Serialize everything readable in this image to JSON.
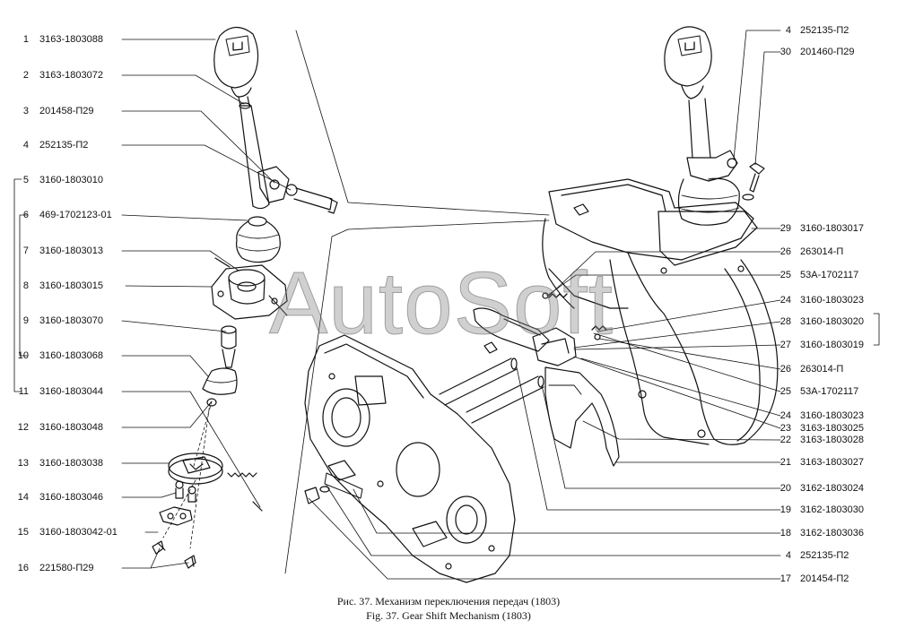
{
  "left_labels": [
    {
      "num": "1",
      "code": "3163-1803088"
    },
    {
      "num": "2",
      "code": "3163-1803072"
    },
    {
      "num": "3",
      "code": "201458-П29"
    },
    {
      "num": "4",
      "code": "252135-П2"
    },
    {
      "num": "5",
      "code": "3160-1803010"
    },
    {
      "num": "6",
      "code": "469-1702123-01"
    },
    {
      "num": "7",
      "code": "3160-1803013"
    },
    {
      "num": "8",
      "code": "3160-1803015"
    },
    {
      "num": "9",
      "code": "3160-1803070"
    },
    {
      "num": "10",
      "code": "3160-1803068"
    },
    {
      "num": "11",
      "code": "3160-1803044"
    },
    {
      "num": "12",
      "code": "3160-1803048"
    },
    {
      "num": "13",
      "code": "3160-1803038"
    },
    {
      "num": "14",
      "code": "3160-1803046"
    },
    {
      "num": "15",
      "code": "3160-1803042-01"
    },
    {
      "num": "16",
      "code": "221580-П29"
    }
  ],
  "right_labels": [
    {
      "num": "4",
      "code": "252135-П2"
    },
    {
      "num": "30",
      "code": "201460-П29"
    },
    {
      "num": "29",
      "code": "3160-1803017"
    },
    {
      "num": "26",
      "code": "263014-П"
    },
    {
      "num": "25",
      "code": "53А-1702117"
    },
    {
      "num": "24",
      "code": "3160-1803023"
    },
    {
      "num": "28",
      "code": "3160-1803020"
    },
    {
      "num": "27",
      "code": "3160-1803019"
    },
    {
      "num": "26",
      "code": "263014-П"
    },
    {
      "num": "25",
      "code": "53А-1702117"
    },
    {
      "num": "24",
      "code": "3160-1803023"
    },
    {
      "num": "23",
      "code": "3163-1803025"
    },
    {
      "num": "22",
      "code": "3163-1803028"
    },
    {
      "num": "21",
      "code": "3163-1803027"
    },
    {
      "num": "20",
      "code": "3162-1803024"
    },
    {
      "num": "19",
      "code": "3162-1803030"
    },
    {
      "num": "18",
      "code": "3162-1803036"
    },
    {
      "num": "4",
      "code": "252135-П2"
    },
    {
      "num": "17",
      "code": "201454-П2"
    }
  ],
  "watermark": "AutoSoft",
  "caption": {
    "ru": "Рис. 37. Механизм переключения передач (1803)",
    "en": "Fig. 37. Gear Shift Mechanism (1803)"
  }
}
